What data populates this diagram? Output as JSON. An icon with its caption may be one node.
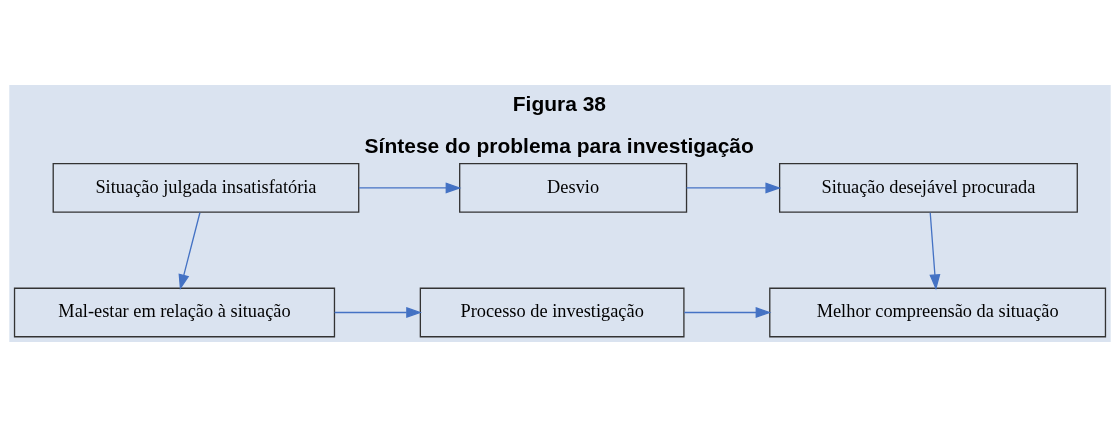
{
  "diagram": {
    "title": "Figura 38",
    "caption": "Síntese do problema para investigação",
    "nodes": [
      {
        "text": [
          "Situação julgada insatisfatória"
        ]
      },
      {
        "text": [
          "Desvio"
        ]
      },
      {
        "text": [
          "Situação desejável procurada"
        ]
      },
      {
        "text": [
          "Mal-estar em relação à situação"
        ]
      },
      {
        "text": [
          "Processo de investigação"
        ]
      },
      {
        "text": [
          "Melhor compreensão da situação"
        ]
      }
    ],
    "edges": [
      {
        "from": 0,
        "to": 1,
        "arrow": "to"
      },
      {
        "from": 1,
        "to": 2,
        "arrow": "to"
      },
      {
        "from": 0,
        "to": 3,
        "arrow": "to"
      },
      {
        "from": 2,
        "to": 5,
        "arrow": "to"
      },
      {
        "from": 3,
        "to": 4,
        "arrow": "to"
      },
      {
        "from": 4,
        "to": 5,
        "arrow": "to"
      }
    ]
  }
}
